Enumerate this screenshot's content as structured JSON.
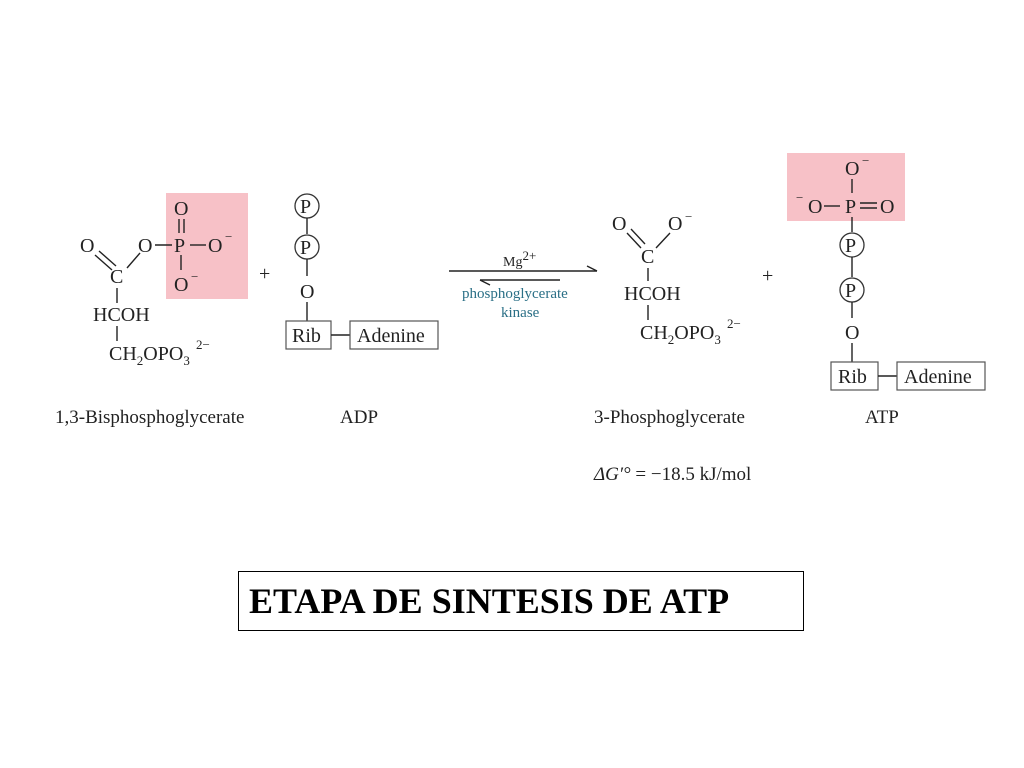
{
  "colors": {
    "highlight": "#f7c1c7",
    "enzyme_text": "#2a6f86",
    "ink": "#222222"
  },
  "atoms": {
    "O": "O",
    "C": "C",
    "P": "P",
    "HCOH": "HCOH",
    "minus": "−",
    "two_minus": "2−",
    "two_plus": "2+",
    "ch2opo": "CH",
    "h_sub": "2",
    "opo": "OPO",
    "three_sub": "3"
  },
  "bpg": {
    "name": "1,3-Bisphosphoglycerate"
  },
  "adp": {
    "name": "ADP",
    "rib": "Rib",
    "adenine": "Adenine"
  },
  "pg3": {
    "name": "3-Phosphoglycerate"
  },
  "atp": {
    "name": "ATP",
    "rib": "Rib",
    "adenine": "Adenine"
  },
  "reaction": {
    "plus": "+",
    "cofactor": "Mg",
    "enzyme_line1": "phosphoglycerate",
    "enzyme_line2": "kinase",
    "delta_g_symbol": "ΔG′°",
    "delta_g_value": " = −18.5 kJ/mol"
  },
  "title": {
    "text": "ETAPA DE SINTESIS DE ATP"
  }
}
